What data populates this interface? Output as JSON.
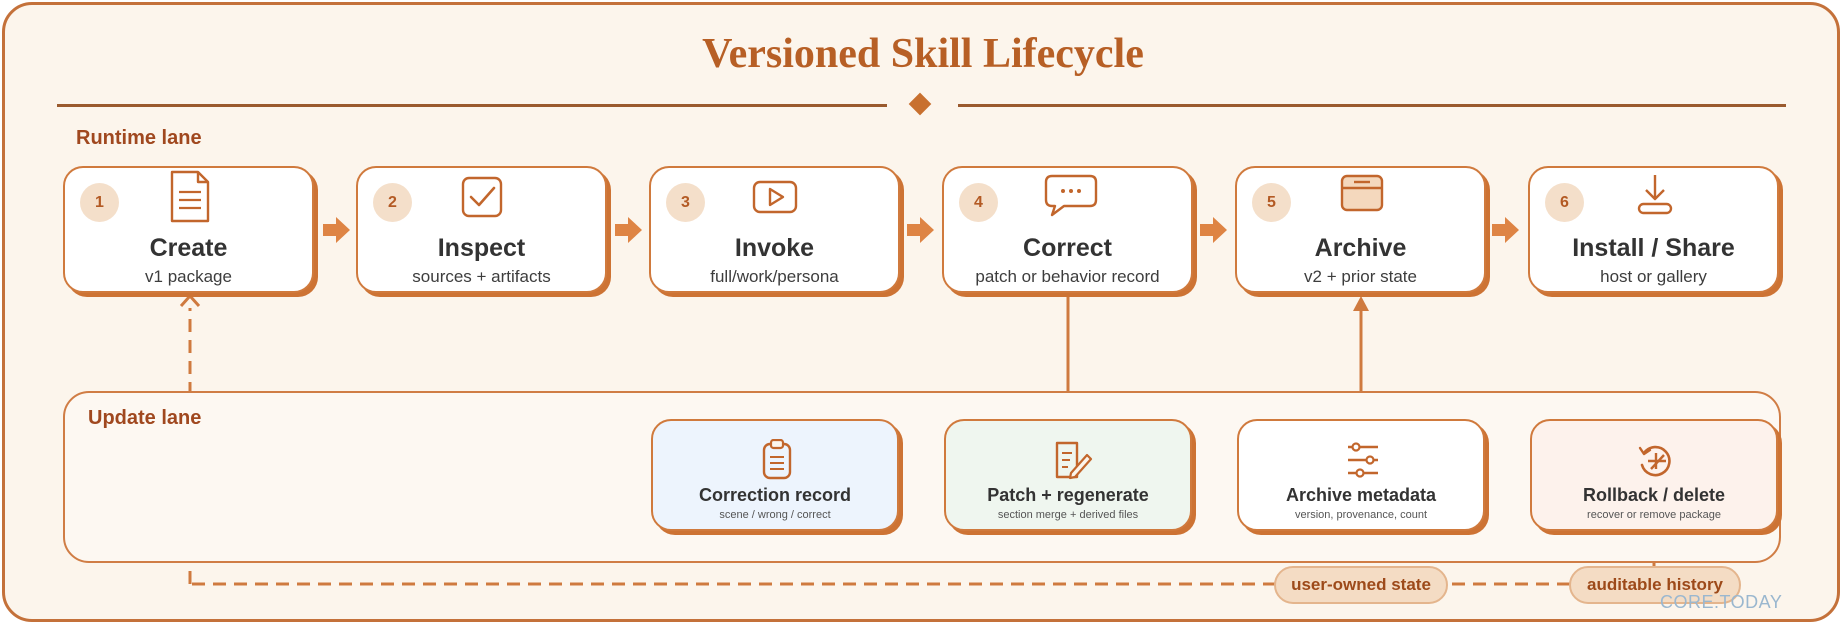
{
  "title": "Versioned Skill Lifecycle",
  "runtime_lane_label": "Runtime lane",
  "update_lane_label": "Update lane",
  "runtime_steps": [
    {
      "num": "1",
      "label": "Create",
      "sub": "v1 package",
      "icon": "document-icon"
    },
    {
      "num": "2",
      "label": "Inspect",
      "sub": "sources + artifacts",
      "icon": "checkbox-icon"
    },
    {
      "num": "3",
      "label": "Invoke",
      "sub": "full/work/persona",
      "icon": "play-icon"
    },
    {
      "num": "4",
      "label": "Correct",
      "sub": "patch or behavior record",
      "icon": "speech-bubble-icon"
    },
    {
      "num": "5",
      "label": "Archive",
      "sub": "v2 + prior state",
      "icon": "archive-box-icon"
    },
    {
      "num": "6",
      "label": "Install / Share",
      "sub": "host or gallery",
      "icon": "download-icon"
    }
  ],
  "update_steps": [
    {
      "label": "Correction record",
      "sub": "scene / wrong / correct",
      "icon": "clipboard-icon",
      "fill": "#edf4fd"
    },
    {
      "label": "Patch + regenerate",
      "sub": "section merge + derived files",
      "icon": "edit-document-icon",
      "fill": "#eff6ef"
    },
    {
      "label": "Archive metadata",
      "sub": "version, provenance, count",
      "icon": "sliders-icon",
      "fill": "#ffffff"
    },
    {
      "label": "Rollback / delete",
      "sub": "recover or remove package",
      "icon": "rollback-icon",
      "fill": "#fdf2ec"
    }
  ],
  "pills": {
    "user_state": "user-owned state",
    "history": "auditable history"
  },
  "watermark": "CORE.TODAY",
  "colors": {
    "accent": "#c8702f",
    "title": "#b75f25",
    "background": "#fcf5ec"
  }
}
